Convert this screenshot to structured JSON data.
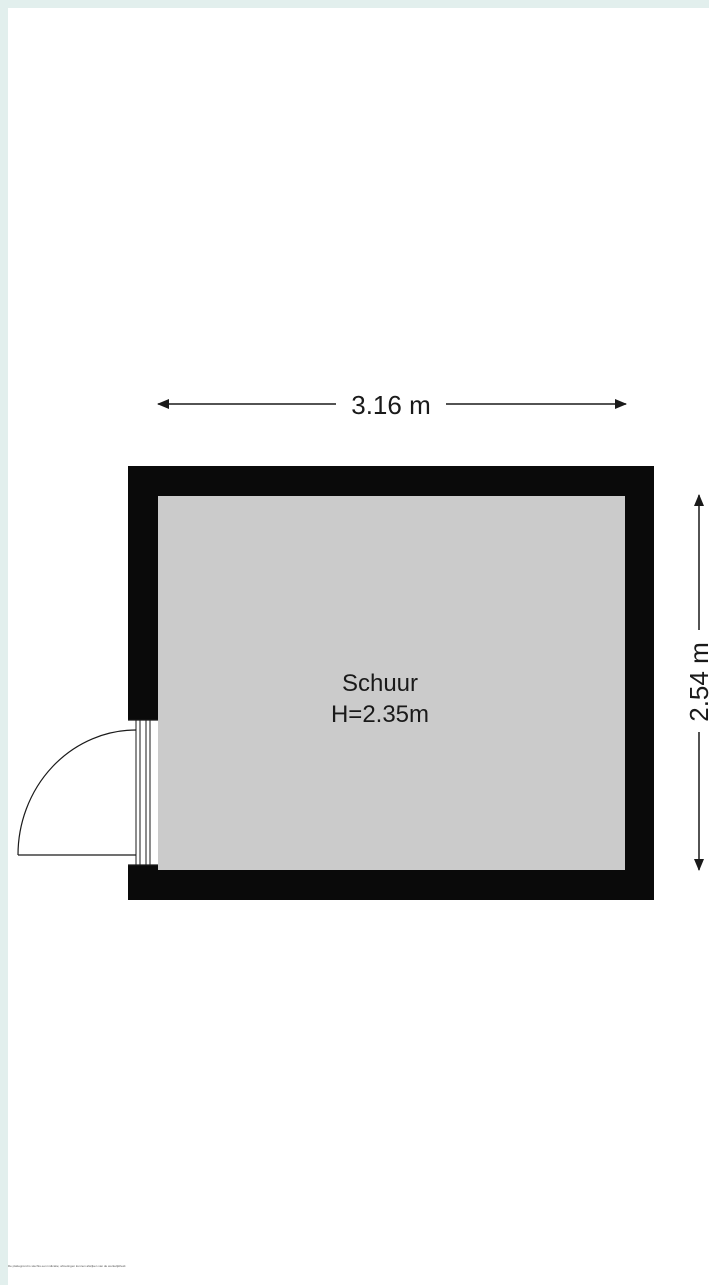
{
  "floorplan": {
    "room": {
      "name": "Schuur",
      "height_label": "H=2.35m"
    },
    "dimensions": {
      "width_label": "3.16 m",
      "depth_label": "2.54 m"
    },
    "colors": {
      "wall": "#0a0a0a",
      "floor": "#cbcbcb",
      "background": "#ffffff",
      "border": "#e2efed",
      "line": "#1a1a1a"
    },
    "icons": {
      "door": "door-swing-icon",
      "arrow": "dimension-arrow-icon"
    }
  },
  "footer": {
    "disclaimer": "De plattegrond is slechts een indicatie; afmetingen kunnen afwijken van de werkelijkheid."
  }
}
